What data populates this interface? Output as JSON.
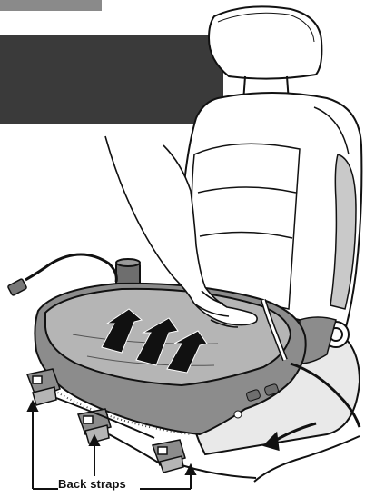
{
  "callout": {
    "label": "Back straps"
  },
  "colors": {
    "banner": "#3a3a3a",
    "tab": "#8a8a8a",
    "seat_base": "#8c8c8c",
    "seat_top": "#b5b5b5",
    "outline": "#111111"
  },
  "icons": [
    "booster-seat",
    "vehicle-seat",
    "hand",
    "up-arrow",
    "buckle-clip",
    "strap"
  ]
}
